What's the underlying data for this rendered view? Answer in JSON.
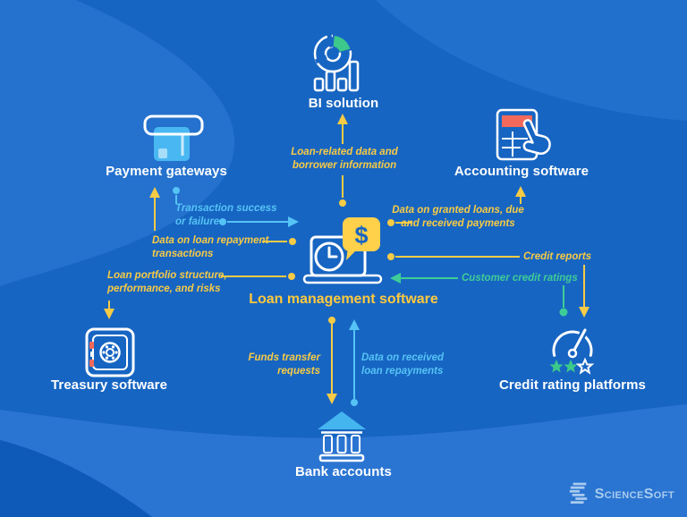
{
  "colors": {
    "background": "#1765C2",
    "wave_light": "#2472CF",
    "wave_bottom": "#2B75D2",
    "wave_dark_corner": "#0D5AB9",
    "accent_yellow": "#F7CB45",
    "accent_light_blue": "#55C3F5",
    "accent_teal": "#3FCD97",
    "accent_red": "#F2695C",
    "icon_card_blue": "#49B8F2",
    "logo_blue": "#A8CBEE",
    "center_label_yellow": "#FFC93E"
  },
  "diagram": {
    "center": {
      "label": "Loan management software",
      "currency_symbol": "$",
      "icon": "laptop-clock-with-dollar-speech-bubble"
    },
    "nodes": [
      {
        "id": "bi-solution",
        "label": "BI solution",
        "icon": "donut-and-bar-chart"
      },
      {
        "id": "payment-gateways",
        "label": "Payment gateways",
        "icon": "card-terminal"
      },
      {
        "id": "accounting-software",
        "label": "Accounting software",
        "icon": "calculator-with-hand"
      },
      {
        "id": "treasury-software",
        "label": "Treasury software",
        "icon": "safe-vault"
      },
      {
        "id": "credit-rating-platforms",
        "label": "Credit rating platforms",
        "icon": "gauge-with-stars"
      },
      {
        "id": "bank-accounts",
        "label": "Bank accounts",
        "icon": "bank-building"
      }
    ],
    "flows": [
      {
        "id": "loan-data-to-bi",
        "color": "yellow",
        "lines": [
          "Loan-related data and",
          "borrower information"
        ]
      },
      {
        "id": "transaction-result",
        "color": "blue",
        "lines": [
          "Transaction success",
          "or failure"
        ]
      },
      {
        "id": "loan-repayment-transactions",
        "color": "yellow",
        "lines": [
          "Data on loan repayment",
          "transactions"
        ]
      },
      {
        "id": "loan-portfolio",
        "color": "yellow",
        "lines": [
          "Loan portfolio structure,",
          "performance, and risks"
        ]
      },
      {
        "id": "granted-loans",
        "color": "yellow",
        "lines": [
          "Data on granted loans, due",
          "and received payments"
        ]
      },
      {
        "id": "credit-reports",
        "color": "yellow",
        "lines": [
          "Credit reports"
        ]
      },
      {
        "id": "customer-credit-ratings",
        "color": "teal",
        "lines": [
          "Customer credit ratings"
        ]
      },
      {
        "id": "funds-transfer-requests",
        "color": "yellow",
        "lines": [
          "Funds transfer",
          "requests"
        ]
      },
      {
        "id": "received-loan-repayments",
        "color": "blue",
        "lines": [
          "Data on received",
          "loan repayments"
        ]
      }
    ]
  },
  "branding": {
    "name": "ScienceSoft"
  }
}
